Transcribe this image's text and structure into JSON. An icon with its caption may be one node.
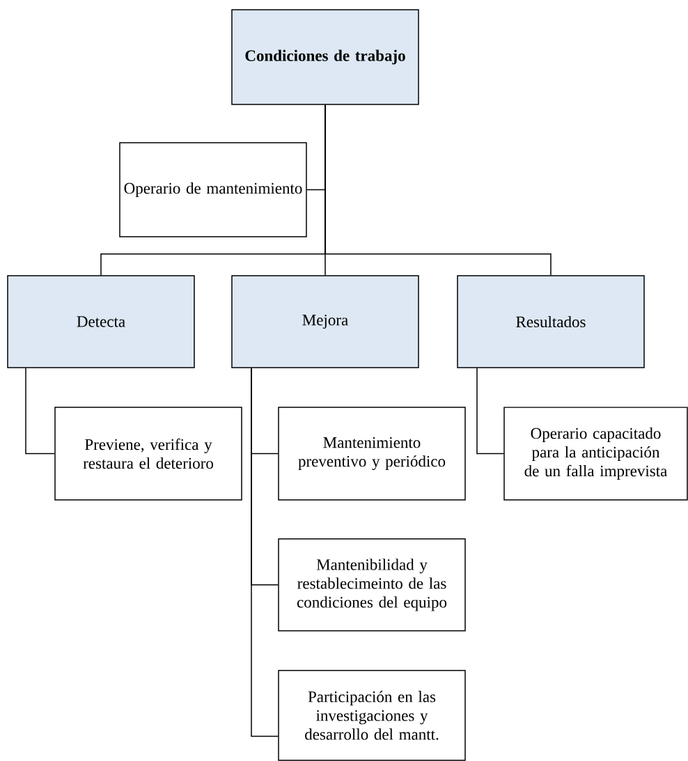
{
  "diagram": {
    "nodes": [
      {
        "text": [
          "Condiciones de trabajo"
        ]
      },
      {
        "text": [
          "Operario de mantenimiento"
        ]
      },
      {
        "text": [
          "Detecta"
        ]
      },
      {
        "text": [
          "Mejora"
        ]
      },
      {
        "text": [
          "Resultados"
        ]
      },
      {
        "text": [
          "Previene, verifica y restaura el deterioro"
        ]
      },
      {
        "text": [
          "Mantenimiento preventivo y periódico"
        ]
      },
      {
        "text": [
          "Mantenibilidad y restablecimeinto de las condiciones del equipo"
        ]
      },
      {
        "text": [
          "Participación en las investigaciones y desarrollo del mantt."
        ]
      },
      {
        "text": [
          "Operario capacitado para la anticipación de un falla imprevista"
        ]
      }
    ],
    "edges": [
      {
        "from": 0,
        "to": 1,
        "arrow": "none"
      },
      {
        "from": 0,
        "to": 2,
        "arrow": "none"
      },
      {
        "from": 0,
        "to": 3,
        "arrow": "none"
      },
      {
        "from": 0,
        "to": 4,
        "arrow": "none"
      },
      {
        "from": 2,
        "to": 5,
        "arrow": "none"
      },
      {
        "from": 3,
        "to": 6,
        "arrow": "none"
      },
      {
        "from": 3,
        "to": 7,
        "arrow": "none"
      },
      {
        "from": 3,
        "to": 8,
        "arrow": "none"
      },
      {
        "from": 4,
        "to": 9,
        "arrow": "none"
      }
    ]
  }
}
